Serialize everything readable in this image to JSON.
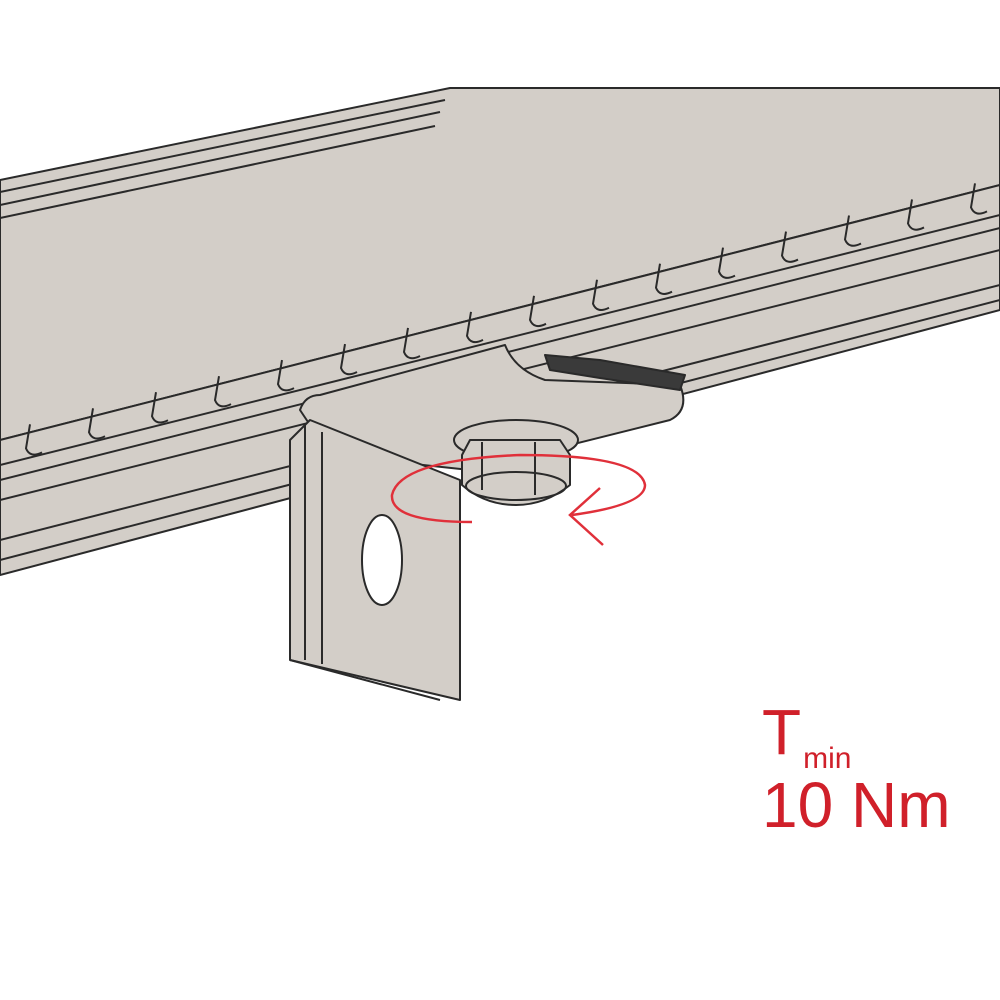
{
  "torque_label": {
    "symbol": "T",
    "subscript": "min",
    "value": "10 Nm"
  },
  "colors": {
    "accent": "#d0202a",
    "metal": "#d3cec8",
    "line": "#2a2a2a"
  },
  "icons": [
    "cable-tray",
    "angle-bracket",
    "hex-nut",
    "rotation-arrow"
  ]
}
